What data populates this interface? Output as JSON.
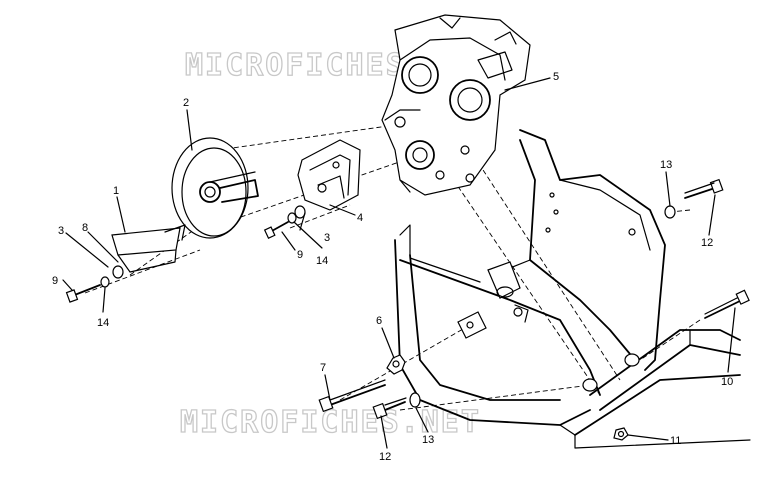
{
  "watermark": {
    "top": "MICROFICHES.NET",
    "bottom": "MICROFICHES.NET"
  },
  "callouts": [
    {
      "id": "c1",
      "text": "1"
    },
    {
      "id": "c2",
      "text": "2"
    },
    {
      "id": "c3a",
      "text": "3"
    },
    {
      "id": "c3b",
      "text": "3"
    },
    {
      "id": "c4",
      "text": "4"
    },
    {
      "id": "c5",
      "text": "5"
    },
    {
      "id": "c6",
      "text": "6"
    },
    {
      "id": "c7",
      "text": "7"
    },
    {
      "id": "c8",
      "text": "8"
    },
    {
      "id": "c9a",
      "text": "9"
    },
    {
      "id": "c9b",
      "text": "9"
    },
    {
      "id": "c10",
      "text": "10"
    },
    {
      "id": "c11",
      "text": "11"
    },
    {
      "id": "c12a",
      "text": "12"
    },
    {
      "id": "c12b",
      "text": "12"
    },
    {
      "id": "c13a",
      "text": "13"
    },
    {
      "id": "c13b",
      "text": "13"
    },
    {
      "id": "c14a",
      "text": "14"
    },
    {
      "id": "c14b",
      "text": "14"
    }
  ]
}
